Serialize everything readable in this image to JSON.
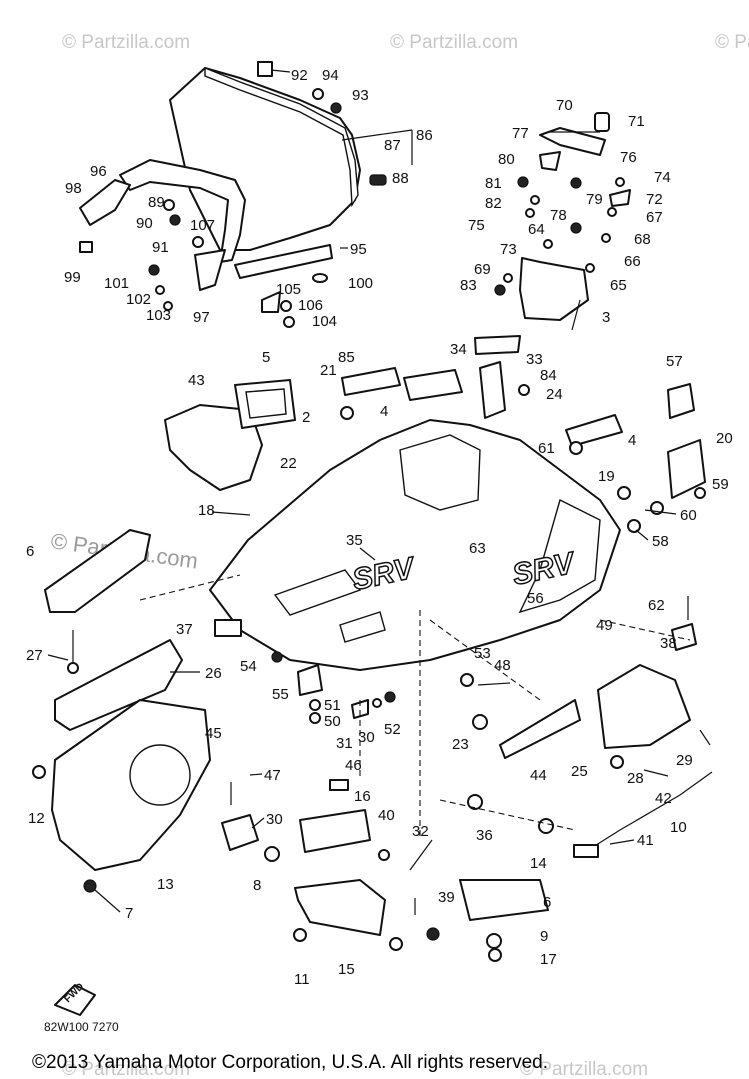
{
  "watermarks": [
    "© Partzilla.com",
    "© Partzilla.com",
    "© Partzilla.com",
    "© Partzilla.com",
    "© Partzilla.com"
  ],
  "center_watermark": "© Partzilla.com",
  "model_text": "SRV",
  "drawing_code": "82W100 7270",
  "direction_label": "FWD",
  "copyright": "©2013  Yamaha Motor Corporation, U.S.A. All rights reserved.",
  "callouts": [
    "92",
    "94",
    "93",
    "87",
    "86",
    "88",
    "96",
    "98",
    "89",
    "90",
    "107",
    "91",
    "99",
    "101",
    "102",
    "103",
    "97",
    "95",
    "100",
    "105",
    "106",
    "104",
    "70",
    "71",
    "77",
    "76",
    "80",
    "74",
    "81",
    "72",
    "82",
    "79",
    "67",
    "78",
    "75",
    "68",
    "64",
    "73",
    "66",
    "69",
    "65",
    "83",
    "3",
    "5",
    "85",
    "34",
    "33",
    "84",
    "24",
    "57",
    "43",
    "2",
    "4",
    "4",
    "21",
    "61",
    "20",
    "22",
    "19",
    "59",
    "60",
    "18",
    "35",
    "58",
    "6",
    "63",
    "56",
    "62",
    "49",
    "38",
    "37",
    "27",
    "26",
    "53",
    "48",
    "54",
    "55",
    "51",
    "50",
    "52",
    "30",
    "31",
    "23",
    "29",
    "25",
    "28",
    "44",
    "42",
    "45",
    "47",
    "46",
    "41",
    "10",
    "12",
    "16",
    "40",
    "32",
    "30",
    "36",
    "14",
    "13",
    "8",
    "39",
    "6",
    "7",
    "9",
    "17",
    "15",
    "11"
  ]
}
